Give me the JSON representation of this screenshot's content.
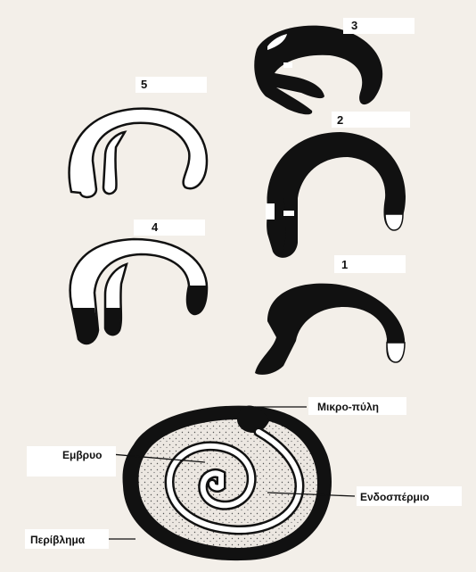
{
  "colors": {
    "ink": "#111111",
    "paper": "#f3efe9",
    "label_bg": "#ffffff",
    "endosperm": "#d8d4ce"
  },
  "stages": [
    {
      "id": "stage-1",
      "label": "1",
      "fill": "dark"
    },
    {
      "id": "stage-2",
      "label": "2",
      "fill": "dark"
    },
    {
      "id": "stage-3",
      "label": "3",
      "fill": "dark"
    },
    {
      "id": "stage-4",
      "label": "4",
      "fill": "outline-dark-tips"
    },
    {
      "id": "stage-5",
      "label": "5",
      "fill": "outline"
    }
  ],
  "seed_labels": {
    "micropyle": "Μικρο-πύλη",
    "embryo": "Εμβρυο",
    "endosperm": "Ενδοσπέρμιο",
    "seed_coat": "Περίβλημα"
  }
}
